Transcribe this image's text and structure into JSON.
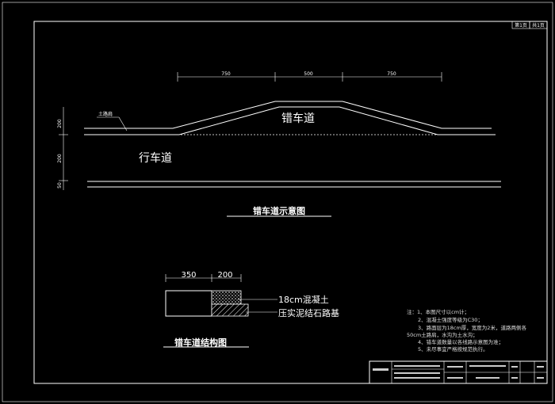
{
  "sheet": {
    "page_label": "第1页",
    "total_label": "共1页"
  },
  "schematic": {
    "title": "错车道示意图",
    "passing_lane_label": "错车道",
    "travel_lane_label": "行车道",
    "shoulder_label": "土路肩",
    "top_dims": [
      "750",
      "500",
      "750"
    ],
    "left_dims": [
      "200",
      "200",
      "50"
    ]
  },
  "structure": {
    "title": "错车道结构图",
    "dims": [
      "350",
      "200"
    ],
    "layers": [
      "18cm混凝土",
      "压实泥结石路基"
    ]
  },
  "notes": {
    "lines": [
      "注：1、本图尺寸以cm计；",
      "2、混凝土强度等级为C30；",
      "3、路面层为18cm厚，宽度为2米，道路两侧各",
      "50cm土路肩，水沟为土水沟；",
      "4、错车道数量以各线路示意图为准；",
      "5、未尽事宜严格按规范执行。"
    ]
  }
}
